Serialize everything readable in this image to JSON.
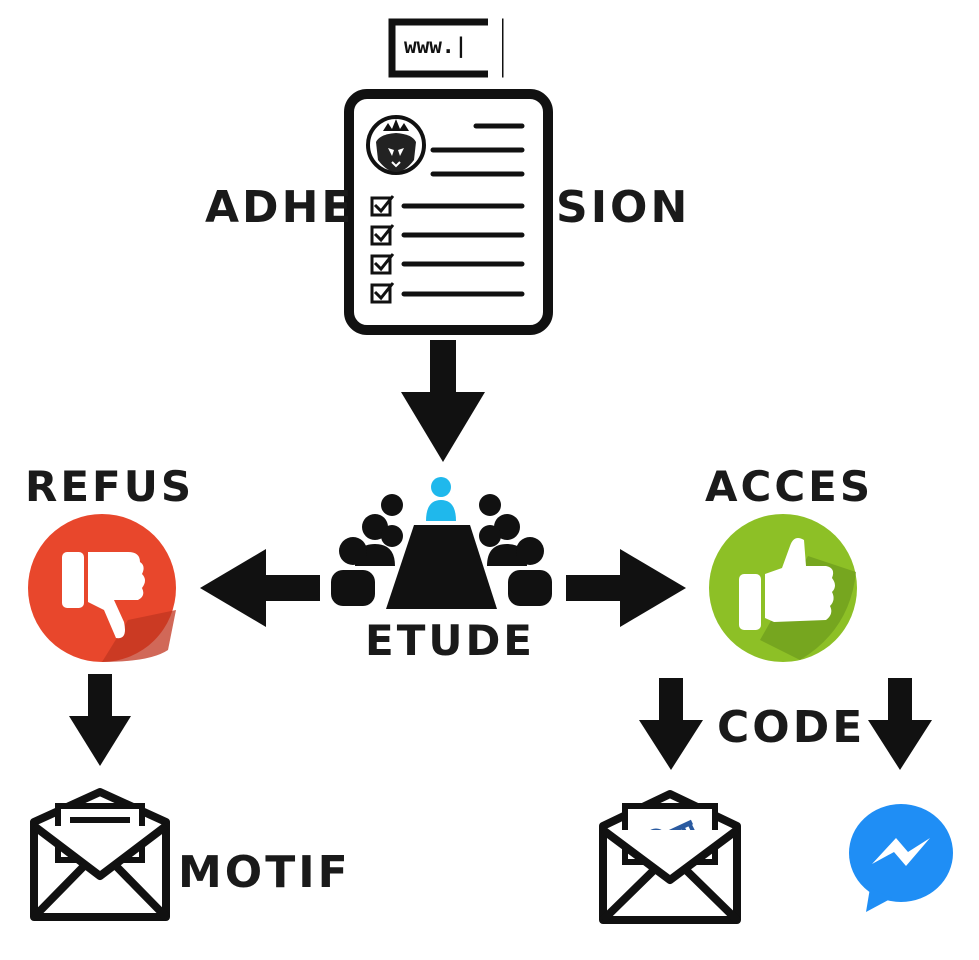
{
  "labels": {
    "website": "www.|",
    "adhesion_left": "ADHE",
    "adhesion_right": "SION",
    "refusal": "REFUS",
    "access": "ACCES",
    "study": "ETUDE",
    "code": "CODE",
    "reason": "MOTIF"
  },
  "icons": {
    "browser": "browser-address-icon",
    "form": "membership-form-icon",
    "logo": "lion-crown-logo-icon",
    "meeting": "meeting-table-icon",
    "thumbs_down": "thumbs-down-icon",
    "thumbs_up": "thumbs-up-icon",
    "envelope_letter": "envelope-letter-icon",
    "envelope_key": "envelope-key-icon",
    "messenger": "messenger-icon"
  },
  "colors": {
    "ink": "#111111",
    "refusal_red": "#e8472c",
    "access_green": "#8dc026",
    "meeting_blue": "#1fb8ec",
    "messenger_blue": "#1f8ef5",
    "key_blue": "#2a5aa0"
  }
}
